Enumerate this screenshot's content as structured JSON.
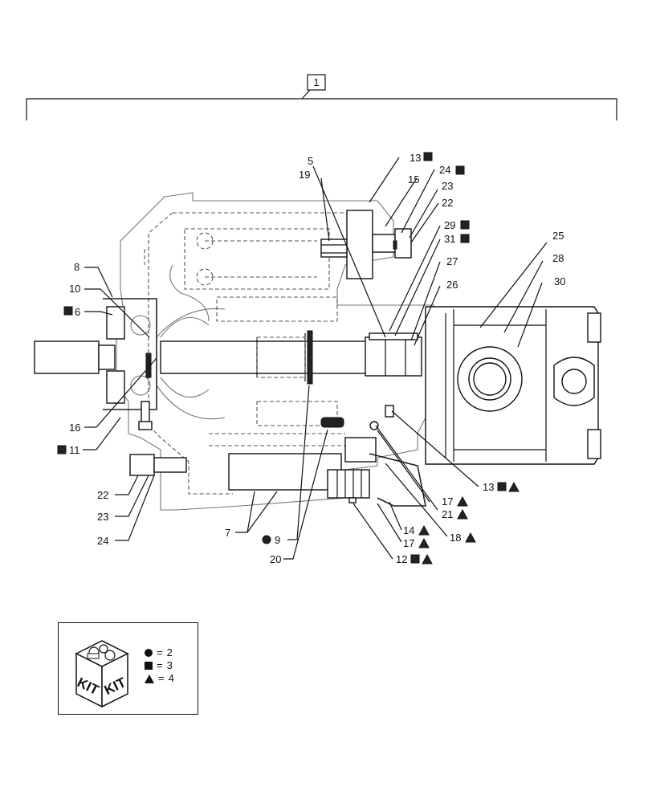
{
  "assembly": {
    "ref": "1"
  },
  "callouts": [
    {
      "id": "c13a",
      "text": "13",
      "sym": "square"
    },
    {
      "id": "c5",
      "text": "5",
      "sym": ""
    },
    {
      "id": "c19",
      "text": "19",
      "sym": ""
    },
    {
      "id": "c15",
      "text": "15",
      "sym": ""
    },
    {
      "id": "c24a",
      "text": "24",
      "sym": "square"
    },
    {
      "id": "c23a",
      "text": "23",
      "sym": ""
    },
    {
      "id": "c22a",
      "text": "22",
      "sym": ""
    },
    {
      "id": "c29",
      "text": "29",
      "sym": "square"
    },
    {
      "id": "c31",
      "text": "31",
      "sym": "square"
    },
    {
      "id": "c25",
      "text": "25",
      "sym": ""
    },
    {
      "id": "c28",
      "text": "28",
      "sym": ""
    },
    {
      "id": "c27",
      "text": "27",
      "sym": ""
    },
    {
      "id": "c30",
      "text": "30",
      "sym": ""
    },
    {
      "id": "c26",
      "text": "26",
      "sym": ""
    },
    {
      "id": "c8",
      "text": "8",
      "sym": ""
    },
    {
      "id": "c10",
      "text": "10",
      "sym": ""
    },
    {
      "id": "c6",
      "text": "6",
      "sym": "square-before"
    },
    {
      "id": "c16",
      "text": "16",
      "sym": ""
    },
    {
      "id": "c11",
      "text": "11",
      "sym": "square-before"
    },
    {
      "id": "c13b",
      "text": "13",
      "sym": "square-triangle"
    },
    {
      "id": "c17a",
      "text": "17",
      "sym": "triangle"
    },
    {
      "id": "c21",
      "text": "21",
      "sym": "triangle"
    },
    {
      "id": "c18",
      "text": "18",
      "sym": "triangle"
    },
    {
      "id": "c14",
      "text": "14",
      "sym": "triangle"
    },
    {
      "id": "c17b",
      "text": "17",
      "sym": "triangle"
    },
    {
      "id": "c12",
      "text": "12",
      "sym": "square-triangle"
    },
    {
      "id": "c22b",
      "text": "22",
      "sym": ""
    },
    {
      "id": "c23b",
      "text": "23",
      "sym": ""
    },
    {
      "id": "c24b",
      "text": "24",
      "sym": ""
    },
    {
      "id": "c7",
      "text": "7",
      "sym": ""
    },
    {
      "id": "c9",
      "text": "9",
      "sym": "circle-before"
    },
    {
      "id": "c20",
      "text": "20",
      "sym": ""
    }
  ],
  "kit": {
    "box_text_left": "KIT",
    "box_text_right": "KIT",
    "legend": [
      {
        "symbol": "circle",
        "equals": "=",
        "value": "2"
      },
      {
        "symbol": "square",
        "equals": "=",
        "value": "3"
      },
      {
        "symbol": "triangle",
        "equals": "=",
        "value": "4"
      }
    ]
  }
}
